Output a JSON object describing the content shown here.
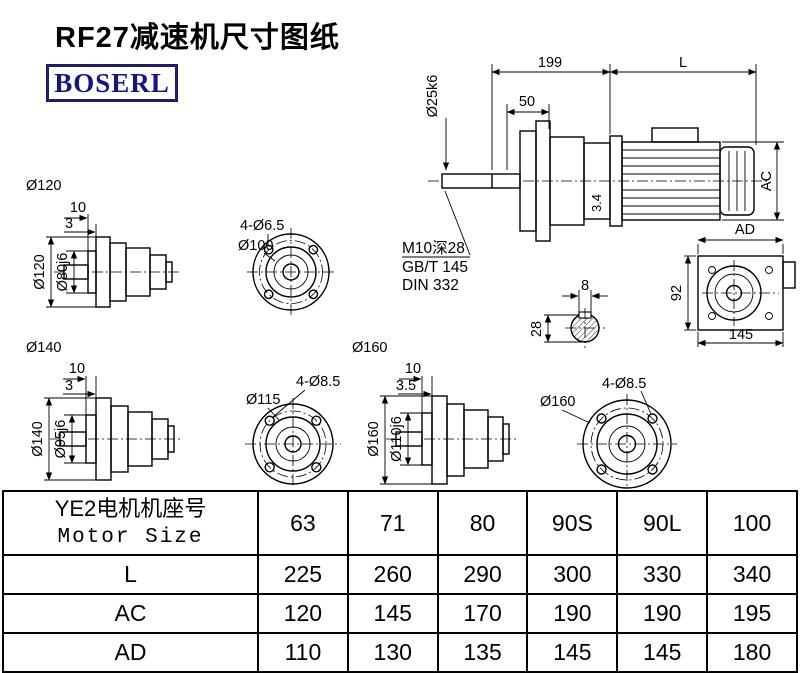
{
  "page": {
    "title": "RF27减速机尺寸图纸",
    "brand": "BOSERL"
  },
  "main_view": {
    "dim_199": "199",
    "dim_l": "L",
    "dim_50": "50",
    "dim_shaft": "Ø25k6",
    "dim_ac": "AC",
    "dim_34": "3.4",
    "note_thread": "M10深28",
    "note_gb": "GB/T 145",
    "note_din": "DIN 332"
  },
  "shaft_section": {
    "dim_width": "8",
    "dim_height": "28"
  },
  "rear_view": {
    "dim_ad": "AD",
    "dim_92": "92",
    "dim_145": "145"
  },
  "view_120": {
    "title": "Ø120",
    "dim_10": "10",
    "dim_3": "3",
    "dim_od": "Ø120",
    "dim_spigot": "Ø80j6"
  },
  "flange_100": {
    "dim_holes": "4-Ø6.5",
    "dim_bc": "Ø100"
  },
  "view_140": {
    "title": "Ø140",
    "dim_10": "10",
    "dim_3": "3",
    "dim_od": "Ø140",
    "dim_spigot": "Ø95j6"
  },
  "flange_115": {
    "dim_holes": "4-Ø8.5",
    "dim_bc": "Ø115"
  },
  "view_160": {
    "title": "Ø160",
    "dim_10": "10",
    "dim_3": "3.5",
    "dim_od": "Ø160",
    "dim_spigot": "Ø110j6"
  },
  "flange_160": {
    "dim_holes": "4-Ø8.5",
    "dim_bc": "Ø160"
  },
  "table": {
    "header_cn": "YE2电机机座号",
    "header_en": "Motor Size",
    "sizes": [
      "63",
      "71",
      "80",
      "90S",
      "90L",
      "100"
    ],
    "rows": [
      {
        "label": "L",
        "values": [
          "225",
          "260",
          "290",
          "300",
          "330",
          "340"
        ]
      },
      {
        "label": "AC",
        "values": [
          "120",
          "145",
          "170",
          "190",
          "190",
          "195"
        ]
      },
      {
        "label": "AD",
        "values": [
          "110",
          "130",
          "135",
          "145",
          "145",
          "180"
        ]
      }
    ]
  }
}
